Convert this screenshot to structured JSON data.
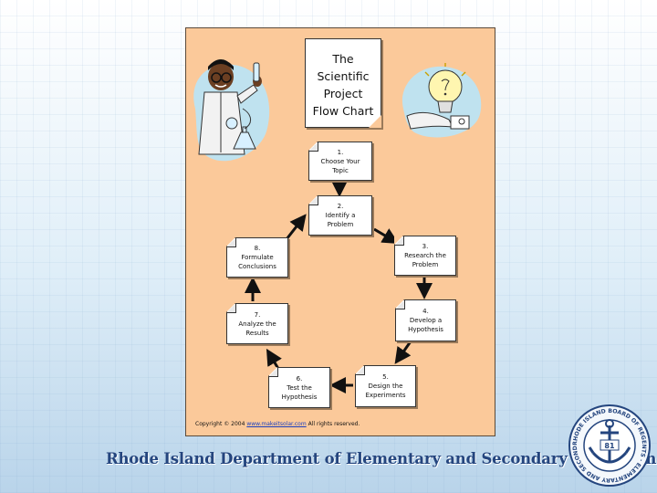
{
  "diagram": {
    "title_lines": [
      "The",
      "Scientific",
      "Project",
      "Flow Chart"
    ],
    "steps": [
      {
        "num": "1.",
        "lines": [
          "Choose Your",
          "Topic"
        ]
      },
      {
        "num": "2.",
        "lines": [
          "Identify a",
          "Problem"
        ]
      },
      {
        "num": "3.",
        "lines": [
          "Research the",
          "Problem"
        ]
      },
      {
        "num": "4.",
        "lines": [
          "Develop a",
          "Hypothesis"
        ]
      },
      {
        "num": "5.",
        "lines": [
          "Design the",
          "Experiments"
        ]
      },
      {
        "num": "6.",
        "lines": [
          "Test the",
          "Hypothesis"
        ]
      },
      {
        "num": "7.",
        "lines": [
          "Analyze the",
          "Results"
        ]
      },
      {
        "num": "8.",
        "lines": [
          "Formulate",
          "Conclusions"
        ]
      }
    ],
    "copyright": {
      "prefix": "Copyright © 2004",
      "link": "www.makeitsolar.com",
      "suffix": "All rights reserved."
    }
  },
  "footer": {
    "organization": "Rhode Island Department of Elementary and Secondary Education",
    "seal_text": "RHODE ISLAND BOARD OF REGENTS · ELEMENTARY AND SECONDARY EDUCATION",
    "seal_digits": "81"
  },
  "colors": {
    "poster_bg": "#fbc99a",
    "footer_text": "#24457e",
    "arrow": "#111111"
  },
  "icons": [
    "scientist-illustration",
    "lightbulb-idea-illustration",
    "anchor-seal-icon"
  ]
}
